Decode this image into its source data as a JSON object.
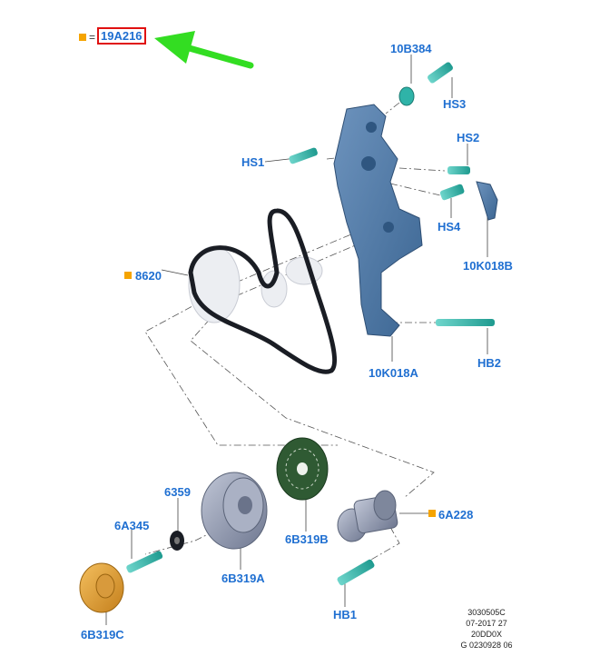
{
  "legend": {
    "equals": "=",
    "highlighted_code": "19A216"
  },
  "labels": {
    "l_10B384": "10B384",
    "l_HS3": "HS3",
    "l_HS1": "HS1",
    "l_HS2": "HS2",
    "l_HS4": "HS4",
    "l_10K018B": "10K018B",
    "l_8620": "8620",
    "l_HB2": "HB2",
    "l_10K018A": "10K018A",
    "l_6359": "6359",
    "l_6A345": "6A345",
    "l_6B319B": "6B319B",
    "l_6A228": "6A228",
    "l_6B319A": "6B319A",
    "l_6B319C": "6B319C",
    "l_HB1": "HB1"
  },
  "footer": {
    "line1": "3030505C",
    "line2": "07-2017 27",
    "line3": "20DD0X",
    "line4": "G 0230928 06"
  },
  "colors": {
    "label_blue": "#1f6fd1",
    "marker_orange": "#f5a400",
    "highlight_red": "#e01010",
    "arrow_green": "#33dd22",
    "bracket_blue": "#4a78a8",
    "fastener_teal": "#2fb3a8",
    "pulley_gray": "#9aa3b8",
    "belt_black": "#1a1d24",
    "pulley_orange": "#e8a23a",
    "disc_green": "#2f5a33"
  }
}
